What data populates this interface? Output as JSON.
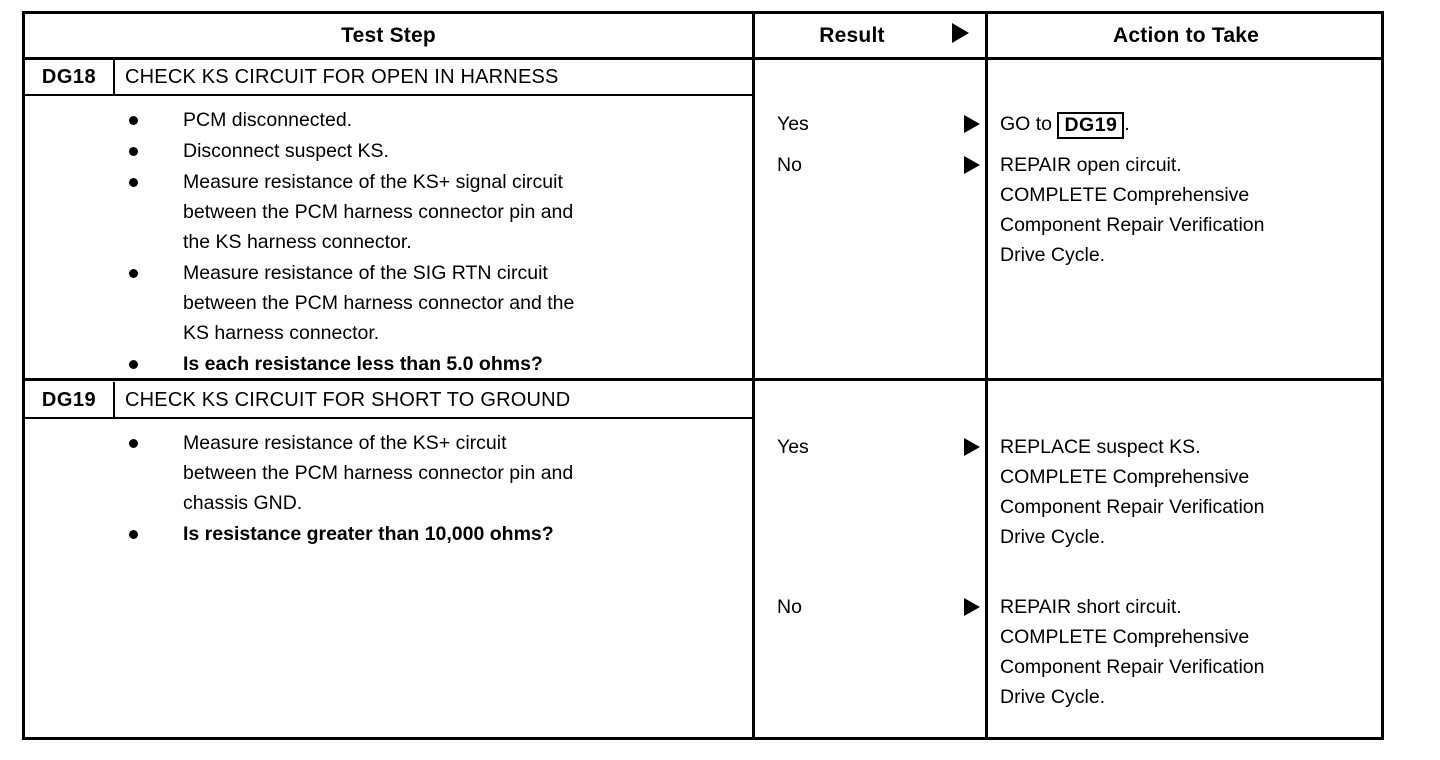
{
  "table": {
    "headers": {
      "test_step": "Test Step",
      "result": "Result",
      "action": "Action to Take",
      "result_arrow_icon": "right-triangle-icon"
    },
    "steps": [
      {
        "code": "DG18",
        "title": "CHECK KS CIRCUIT FOR OPEN IN HARNESS",
        "bullets": [
          {
            "text": "PCM disconnected.",
            "bold": false
          },
          {
            "text": "Disconnect suspect KS.",
            "bold": false
          },
          {
            "text": "Measure resistance of the KS+ signal circuit between the PCM harness connector pin and the KS harness connector.",
            "bold": false,
            "lines": [
              "Measure resistance of the KS+ signal circuit",
              "between the PCM harness connector pin and",
              "the KS harness connector."
            ]
          },
          {
            "text": "Measure resistance of the SIG RTN circuit between the PCM harness connector and the KS harness connector.",
            "bold": false,
            "lines": [
              "Measure resistance of the SIG RTN circuit",
              "between the PCM harness connector and the",
              "KS harness connector."
            ]
          },
          {
            "text": "Is each resistance less than 5.0 ohms?",
            "bold": true,
            "lines": [
              "Is each resistance less than 5.0 ohms?"
            ]
          }
        ],
        "results": [
          {
            "label": "Yes",
            "arrow_icon": "right-triangle-icon",
            "action_lines": [
              "GO to ",
              "."
            ],
            "action_ref": "DG19",
            "action_has_ref": true
          },
          {
            "label": "No",
            "arrow_icon": "right-triangle-icon",
            "action_lines": [
              "REPAIR open circuit.",
              "COMPLETE Comprehensive",
              "Component Repair Verification",
              "Drive Cycle."
            ],
            "action_has_ref": false
          }
        ]
      },
      {
        "code": "DG19",
        "title": "CHECK KS CIRCUIT FOR SHORT TO GROUND",
        "bullets": [
          {
            "text": "Measure resistance of the KS+ circuit between the PCM harness connector pin and chassis GND.",
            "bold": false,
            "lines": [
              "Measure resistance of the KS+ circuit",
              "between the PCM harness connector pin and",
              "chassis GND."
            ]
          },
          {
            "text": "Is resistance greater than 10,000 ohms?",
            "bold": true,
            "lines": [
              "Is resistance greater than 10,000 ohms?"
            ]
          }
        ],
        "results": [
          {
            "label": "Yes",
            "arrow_icon": "right-triangle-icon",
            "action_lines": [
              "REPLACE suspect KS.",
              "COMPLETE Comprehensive",
              "Component Repair Verification",
              "Drive Cycle."
            ],
            "action_has_ref": false
          },
          {
            "label": "No",
            "arrow_icon": "right-triangle-icon",
            "action_lines": [
              "REPAIR short circuit.",
              "COMPLETE Comprehensive",
              "Component Repair Verification",
              "Drive Cycle."
            ],
            "action_has_ref": false
          }
        ]
      }
    ]
  },
  "text": {
    "dg18_b1": "PCM disconnected.",
    "dg18_b2": "Disconnect suspect KS.",
    "dg18_b3_l1": "Measure resistance of the KS+ signal circuit",
    "dg18_b3_l2": "between the PCM harness connector pin and",
    "dg18_b3_l3": "the KS harness connector.",
    "dg18_b4_l1": "Measure resistance of the SIG RTN circuit",
    "dg18_b4_l2": "between the PCM harness connector and the",
    "dg18_b4_l3": "KS harness connector.",
    "dg18_b5": "Is each resistance less than 5.0 ohms?",
    "dg19_b1_l1": "Measure resistance of the KS+ circuit",
    "dg19_b1_l2": "between the PCM harness connector pin and",
    "dg19_b1_l3": "chassis GND.",
    "dg19_b2": "Is resistance greater than 10,000 ohms?",
    "goto_prefix": "GO to ",
    "goto_suffix": ".",
    "goto_ref": "DG19",
    "repair_open": "REPAIR open circuit.",
    "repair_short": "REPAIR short circuit.",
    "replace_ks": "REPLACE suspect KS.",
    "complete_line": "COMPLETE Comprehensive",
    "component_line": "Component Repair Verification",
    "drive_line": "Drive Cycle.",
    "yes": "Yes",
    "no": "No"
  },
  "colors": {
    "ink": "#000000",
    "paper": "#ffffff"
  }
}
